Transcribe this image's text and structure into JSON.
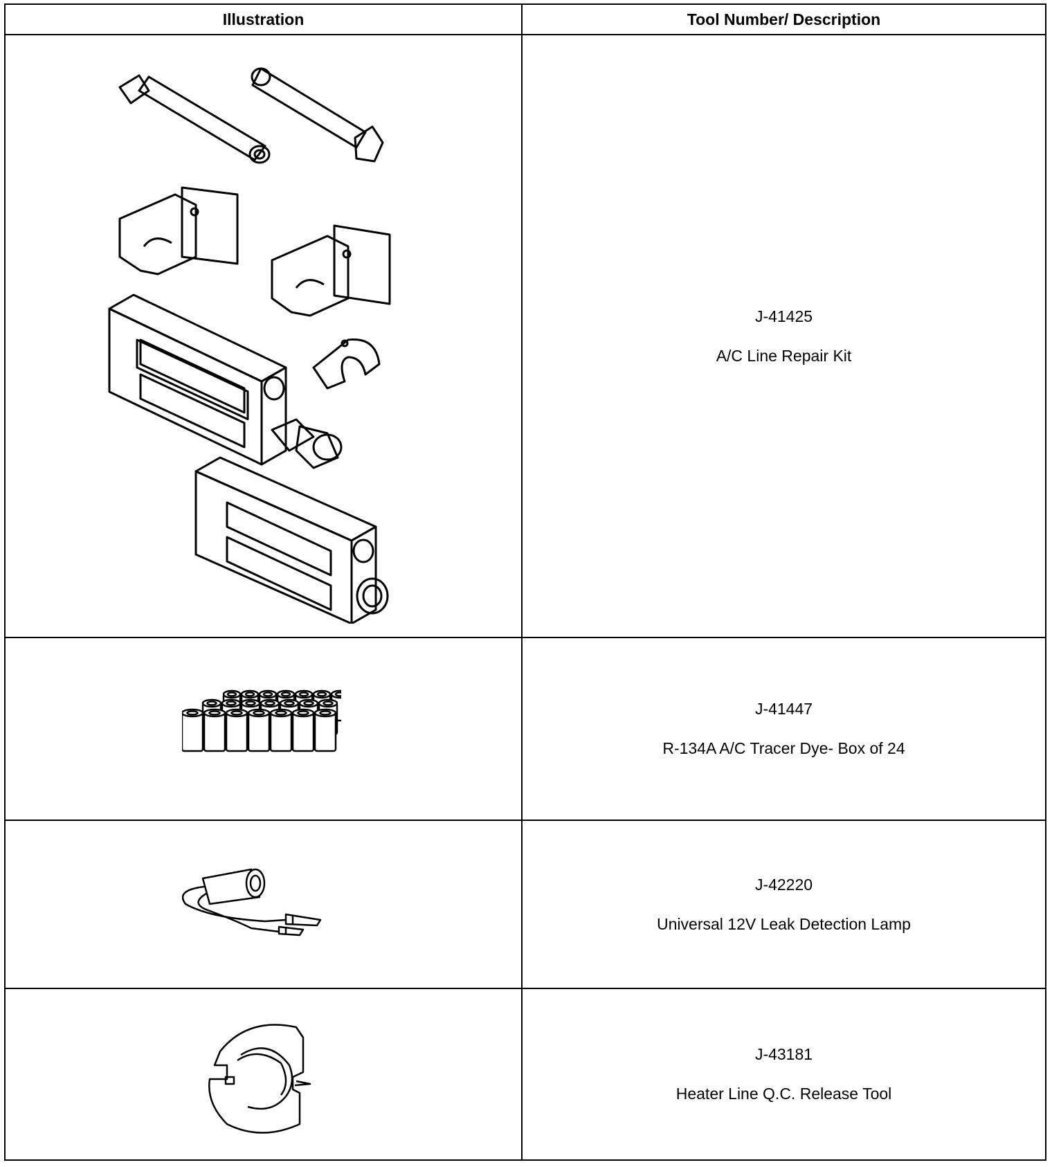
{
  "header": {
    "illustration": "Illustration",
    "tool": "Tool Number/ Description"
  },
  "rows": [
    {
      "number": "J-41425",
      "description": "A/C Line Repair Kit",
      "icon": "ac-line-repair-kit-icon"
    },
    {
      "number": "J-41447",
      "description": "R-134A A/C Tracer Dye- Box of 24",
      "icon": "tracer-dye-box-icon"
    },
    {
      "number": "J-42220",
      "description": "Universal 12V Leak Detection Lamp",
      "icon": "leak-detection-lamp-icon"
    },
    {
      "number": "J-43181",
      "description": "Heater Line Q.C. Release Tool",
      "icon": "release-tool-icon"
    }
  ]
}
